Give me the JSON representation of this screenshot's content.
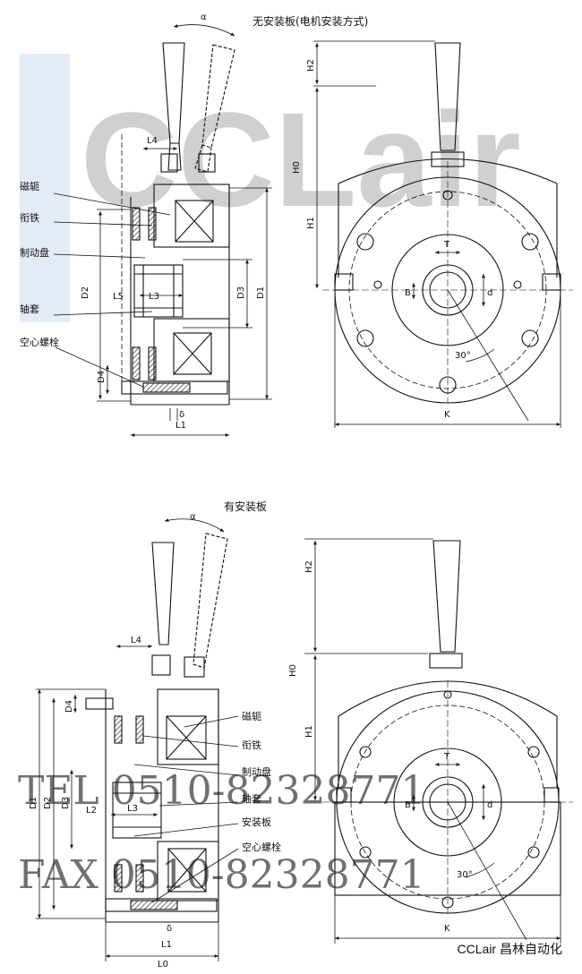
{
  "top": {
    "caption": "无安装板(电机安装方式)",
    "labels": {
      "yoke": "磁轭",
      "armature": "衔铁",
      "disc": "制动盘",
      "sleeve": "轴套",
      "bolt": "空心螺栓"
    },
    "dims": {
      "alpha": "α",
      "L4": "L4",
      "L5": "L5",
      "L3": "L3",
      "L1": "L1",
      "D2": "D2",
      "D3": "D3",
      "D1": "D1",
      "D4": "D4",
      "delta": "δ",
      "H2": "H2",
      "H0": "H0",
      "H1": "H1",
      "T": "T",
      "B": "B",
      "d": "d",
      "angle": "30°",
      "K": "K"
    }
  },
  "bottom": {
    "caption": "有安装板",
    "labels": {
      "yoke": "磁轭",
      "armature": "衔铁",
      "disc": "制动盘",
      "sleeve": "轴套",
      "plate": "安装板",
      "bolt": "空心螺栓"
    },
    "dims": {
      "alpha": "α",
      "L4": "L4",
      "L2": "L2",
      "L3": "L3",
      "L1": "L1",
      "L0": "L0",
      "D1": "D1",
      "D2": "D2",
      "D3": "D3",
      "D4": "D4",
      "delta": "δ",
      "H2": "H2",
      "H0": "H0",
      "H1": "H1",
      "T": "T",
      "B": "B",
      "d": "d",
      "angle": "30°",
      "K": "K"
    }
  },
  "watermark": {
    "logo": "CCLair",
    "tel": "TEL 0510-82328771",
    "fax": "FAX 0510-82328771"
  },
  "footer": {
    "brand": "CCLair 昌林自动化"
  },
  "colors": {
    "ink": "#111111",
    "watermark": "#9fb8d8",
    "phone_watermark": "#b9c2d6"
  }
}
